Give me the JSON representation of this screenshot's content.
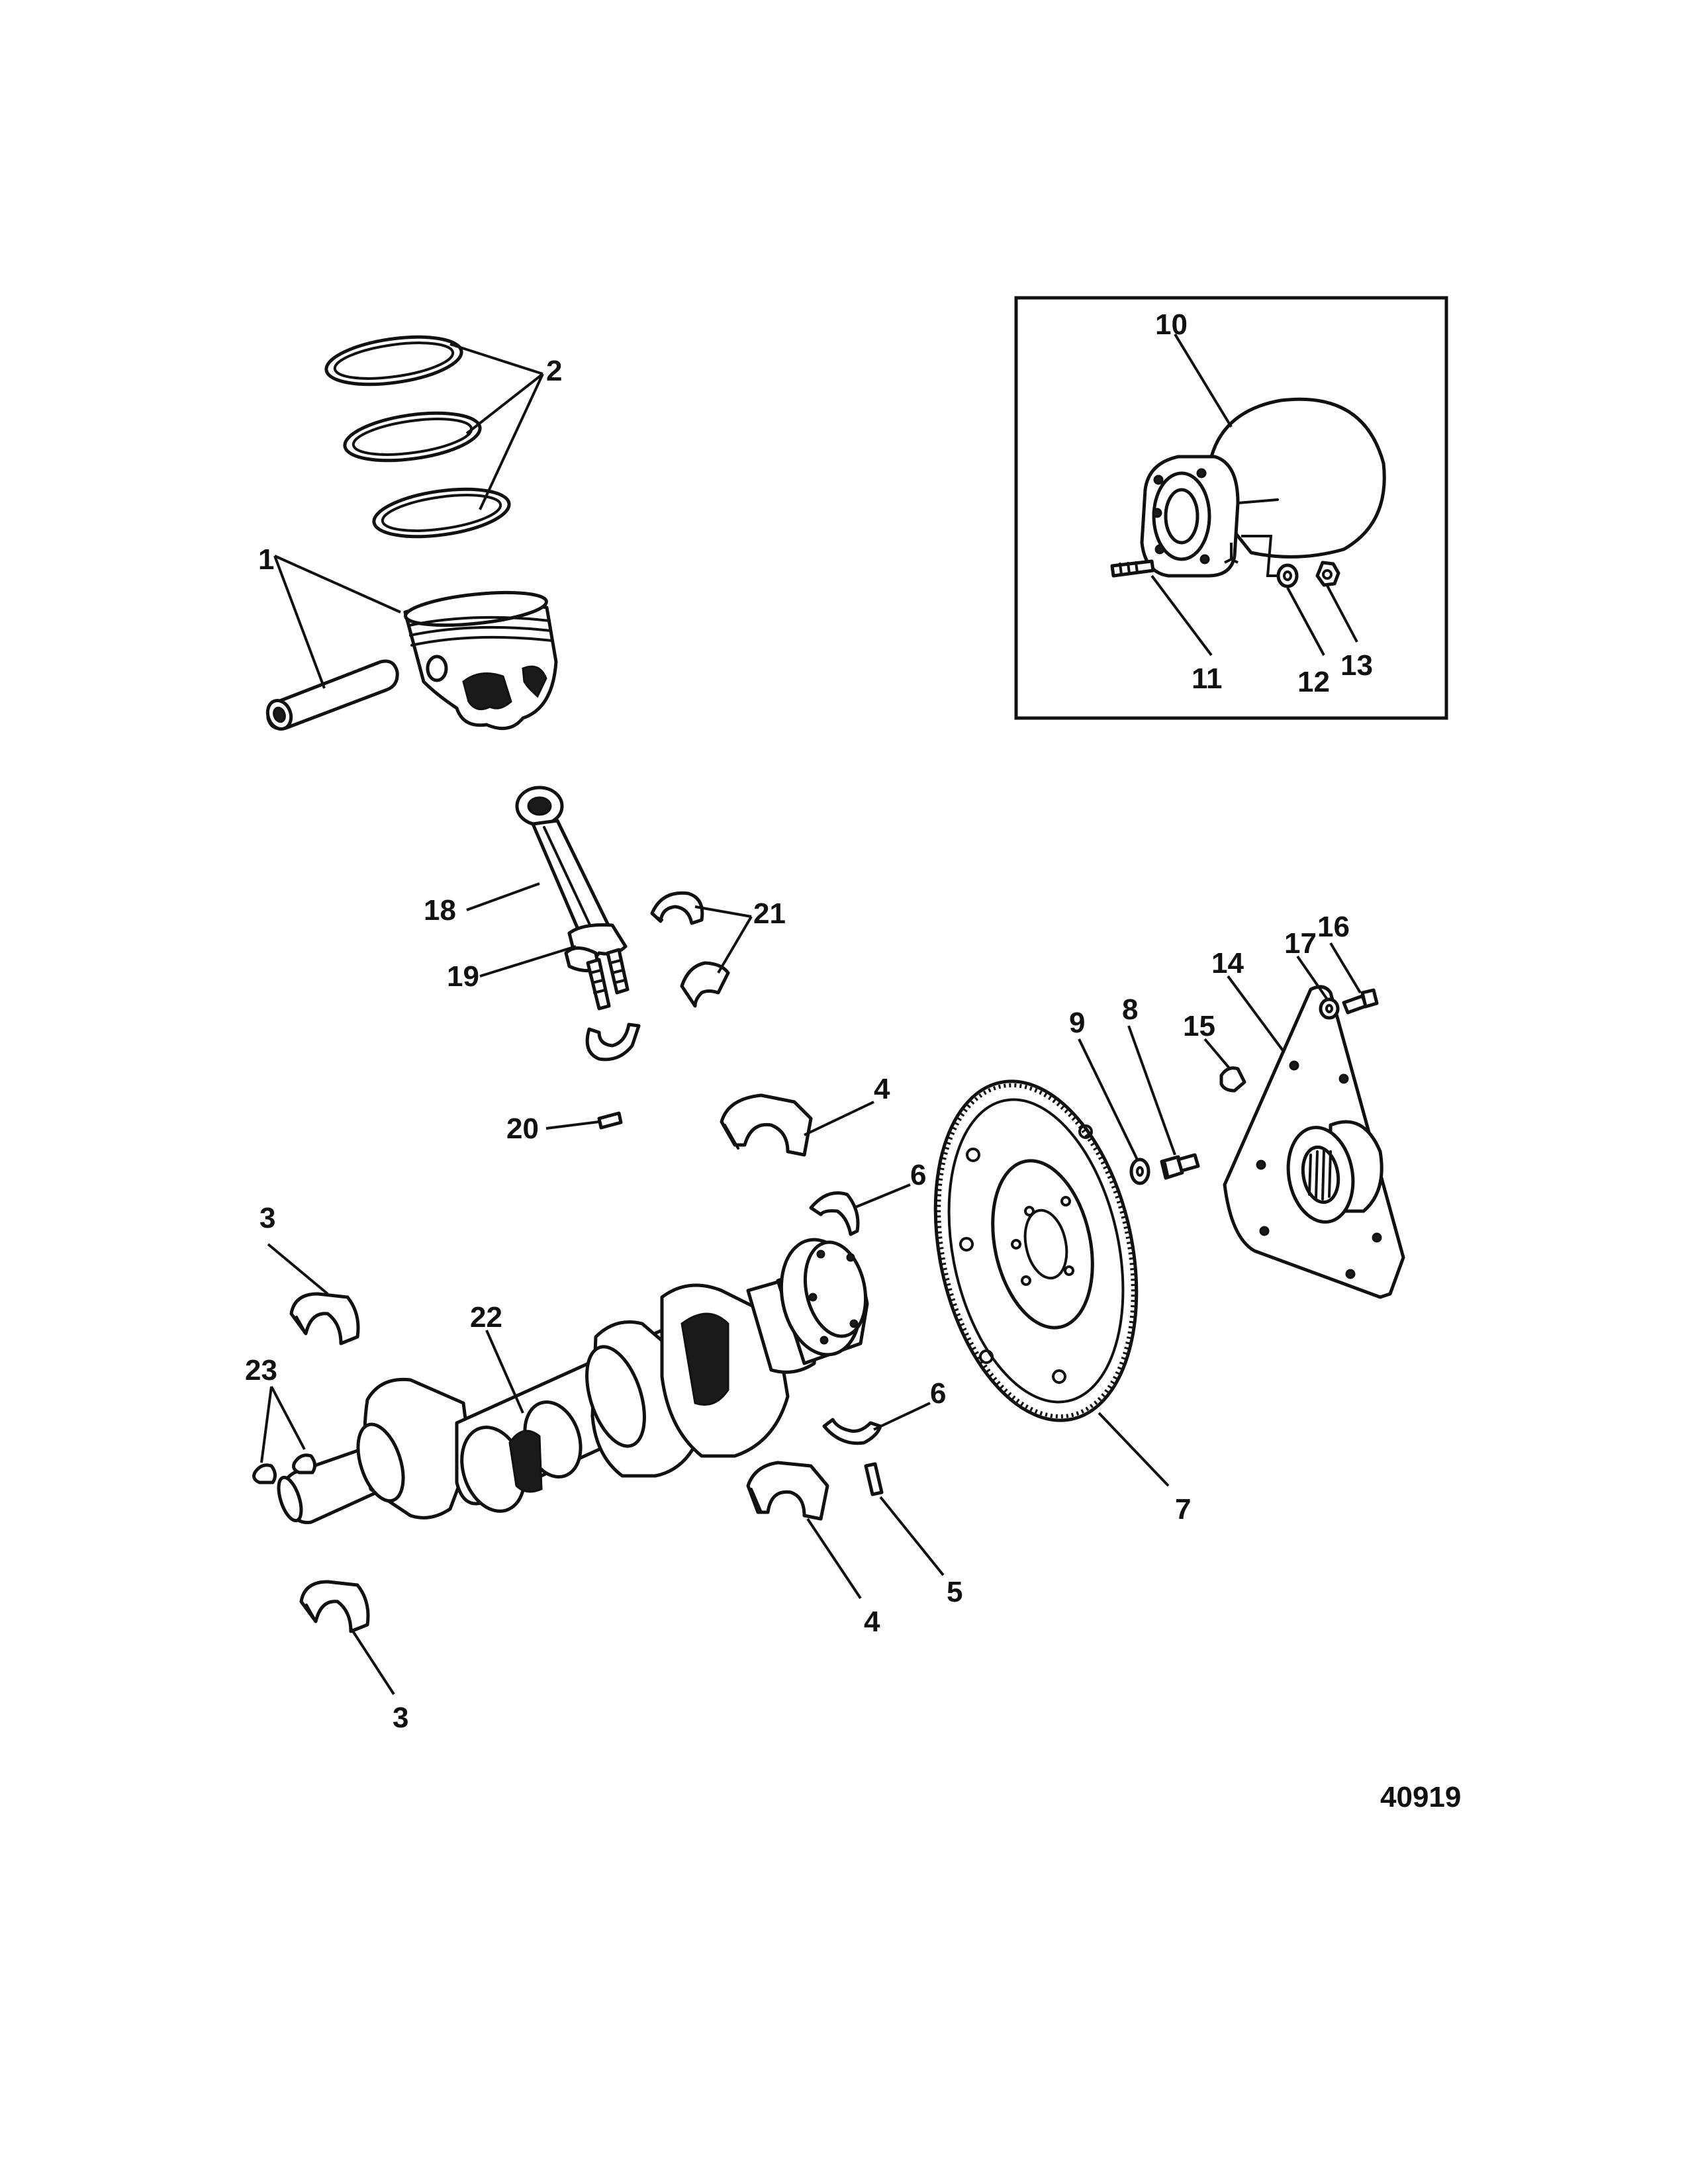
{
  "figure_number": "40919",
  "callouts": {
    "c1": "1",
    "c2": "2",
    "c3a": "3",
    "c3b": "3",
    "c4a": "4",
    "c4b": "4",
    "c5": "5",
    "c6a": "6",
    "c6b": "6",
    "c7": "7",
    "c8": "8",
    "c9": "9",
    "c10": "10",
    "c11": "11",
    "c12": "12",
    "c13": "13",
    "c14": "14",
    "c15": "15",
    "c16": "16",
    "c17": "17",
    "c18": "18",
    "c19": "19",
    "c20": "20",
    "c21": "21",
    "c22": "22",
    "c23": "23"
  },
  "parts": [
    "piston-pin",
    "piston-ring",
    "main-bearing-rear",
    "main-bearing-thrust",
    "dowel-pin",
    "thrust-washer",
    "flywheel",
    "flywheel-bolt",
    "flywheel-washer",
    "coupler-housing",
    "stud",
    "washer",
    "nut",
    "drive-plate",
    "plug",
    "screw",
    "lock-washer",
    "connecting-rod",
    "rod-bolt",
    "connecting-rod-pin",
    "rod-bearing",
    "crankshaft",
    "woodruff-key"
  ]
}
